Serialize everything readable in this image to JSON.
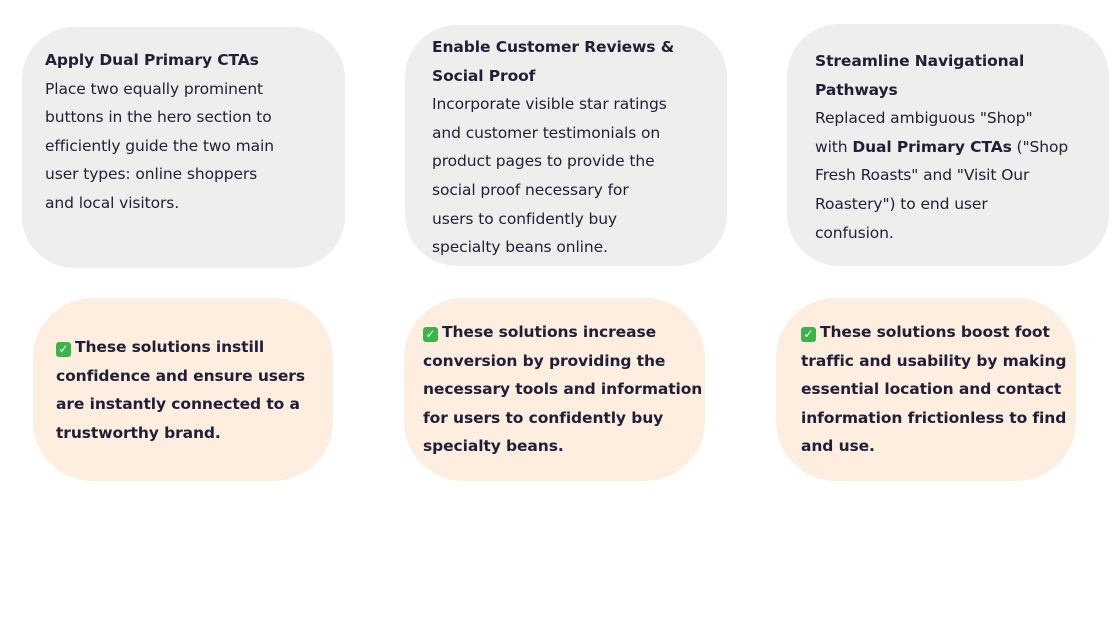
{
  "colors": {
    "card_gray": "#efeeed",
    "card_peach": "#fdeee0",
    "text": "#1f1f38",
    "check": "#3cb44a"
  },
  "solutions": [
    {
      "title_lines": [
        "Apply Dual Primary CTAs"
      ],
      "body_lines": [
        "Place two equally prominent",
        "buttons in the hero section to",
        "efficiently guide the two main",
        "user types: online shoppers",
        "and local visitors."
      ]
    },
    {
      "title_lines": [
        "Enable Customer Reviews &",
        "Social Proof"
      ],
      "body_lines": [
        "Incorporate visible star ratings",
        "and customer testimonials on",
        "product pages to provide the",
        "social proof necessary for",
        "users to confidently buy",
        "specialty beans online."
      ]
    },
    {
      "title_lines": [
        "Streamline Navigational",
        "Pathways"
      ],
      "body_lines": [
        [
          {
            "t": "Replaced ambiguous \"Shop\""
          }
        ],
        [
          {
            "t": "with "
          },
          {
            "t": "Dual Primary CTAs",
            "bold": true
          },
          {
            "t": " (\"Shop"
          }
        ],
        [
          {
            "t": "Fresh Roasts\" and \"Visit Our"
          }
        ],
        [
          {
            "t": "Roastery\") to end user"
          }
        ],
        [
          {
            "t": "confusion."
          }
        ]
      ]
    }
  ],
  "outcomes": [
    {
      "icon": "check-mark-icon",
      "lines": [
        "These solutions instill",
        "confidence and ensure users",
        "are instantly connected to a",
        "trustworthy brand."
      ]
    },
    {
      "icon": "check-mark-icon",
      "lines": [
        "These solutions increase",
        "conversion by providing the",
        "necessary tools and information",
        "for users to confidently buy",
        "specialty beans."
      ]
    },
    {
      "icon": "check-mark-icon",
      "lines": [
        "These solutions boost foot",
        "traffic and usability by making",
        "essential location and contact",
        "information frictionless to find",
        "and use."
      ]
    }
  ]
}
